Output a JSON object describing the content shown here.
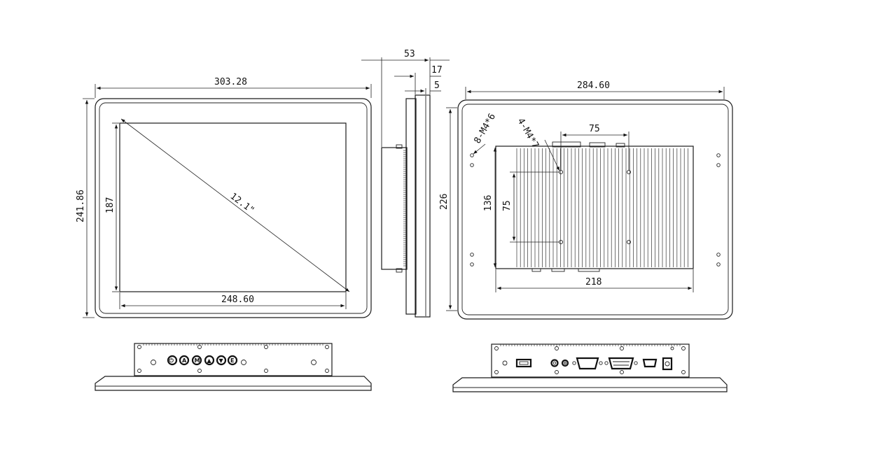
{
  "front": {
    "width": "303.28",
    "height": "241.86",
    "view_w": "248.60",
    "view_h": "187",
    "diagonal": "12.1\""
  },
  "side": {
    "depth": "53",
    "d17": "17",
    "d5": "5"
  },
  "back": {
    "width": "284.60",
    "height": "226",
    "heatsink_w": "218",
    "heatsink_h": "136",
    "vesa_w": "75",
    "vesa_h": "75",
    "screws_a": "8-M4*6",
    "screws_b": "4-M4*7"
  },
  "bottom_left": {
    "buttons": [
      "⏻",
      "A",
      "M",
      "▲",
      "▼",
      "E"
    ]
  },
  "colors": {
    "line": "#1a1a1a",
    "background": "#ffffff"
  }
}
